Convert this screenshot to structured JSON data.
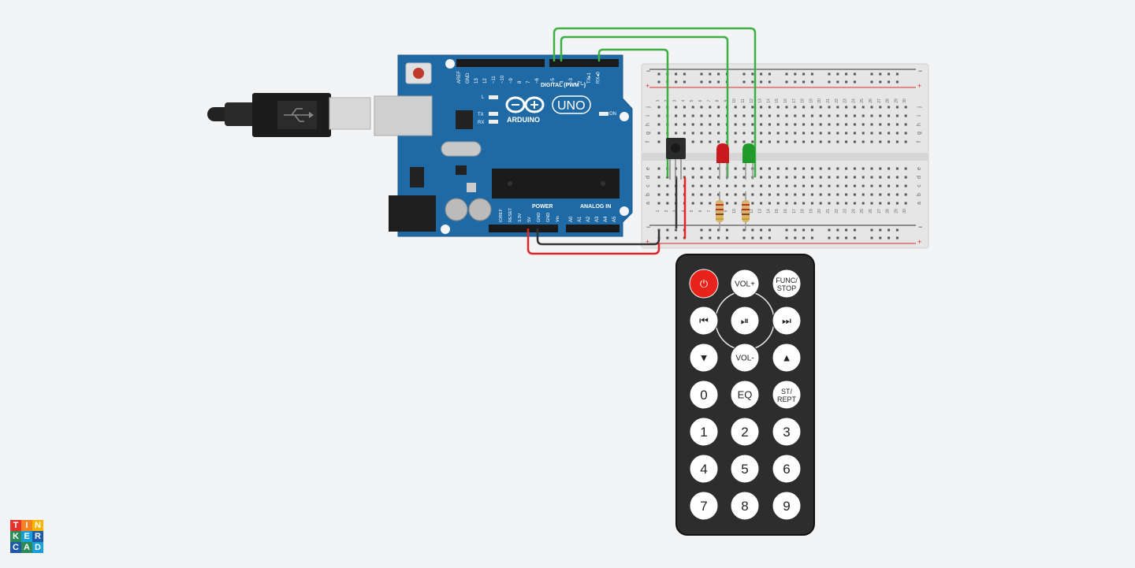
{
  "arduino": {
    "brand": "ARDUINO",
    "model": "UNO",
    "digital_label": "DIGITAL (PWM ~)",
    "power_label": "POWER",
    "analog_label": "ANALOG IN",
    "on_label": "ON",
    "l_label": "L",
    "tx_label": "TX",
    "rx_label": "RX",
    "digital_pins": [
      "AREF",
      "GND",
      "13",
      "12",
      "~11",
      "~10",
      "~9",
      "8",
      "7",
      "~6",
      "~5",
      "4",
      "~3",
      "2",
      "TX▸1",
      "RX◂0"
    ],
    "power_pins": [
      "IOREF",
      "RESET",
      "3.3V",
      "5V",
      "GND",
      "GND",
      "Vin"
    ],
    "analog_pins": [
      "A0",
      "A1",
      "A2",
      "A3",
      "A4",
      "A5"
    ]
  },
  "breadboard": {
    "row_letters_top": [
      "j",
      "i",
      "h",
      "g",
      "f"
    ],
    "row_letters_bottom": [
      "e",
      "d",
      "c",
      "b",
      "a"
    ],
    "columns": [
      "1",
      "2",
      "3",
      "4",
      "5",
      "6",
      "7",
      "8",
      "9",
      "10",
      "11",
      "12",
      "13",
      "14",
      "15",
      "16",
      "17",
      "18",
      "19",
      "20",
      "21",
      "22",
      "23",
      "24",
      "25",
      "26",
      "27",
      "28",
      "29",
      "30"
    ],
    "rail_plus": "+",
    "rail_minus": "−"
  },
  "remote": {
    "buttons": [
      {
        "name": "power",
        "label": "⏻"
      },
      {
        "name": "vol-up",
        "label": "VOL+"
      },
      {
        "name": "func-stop",
        "label": "FUNC/",
        "label2": "STOP"
      },
      {
        "name": "prev",
        "label": "⏮"
      },
      {
        "name": "play-pause",
        "label": "⏯"
      },
      {
        "name": "next",
        "label": "⏭"
      },
      {
        "name": "down",
        "label": "▼"
      },
      {
        "name": "vol-down",
        "label": "VOL-"
      },
      {
        "name": "up",
        "label": "▲"
      },
      {
        "name": "digit-0",
        "label": "0"
      },
      {
        "name": "eq",
        "label": "EQ"
      },
      {
        "name": "st-rept",
        "label": "ST/",
        "label2": "REPT"
      },
      {
        "name": "digit-1",
        "label": "1"
      },
      {
        "name": "digit-2",
        "label": "2"
      },
      {
        "name": "digit-3",
        "label": "3"
      },
      {
        "name": "digit-4",
        "label": "4"
      },
      {
        "name": "digit-5",
        "label": "5"
      },
      {
        "name": "digit-6",
        "label": "6"
      },
      {
        "name": "digit-7",
        "label": "7"
      },
      {
        "name": "digit-8",
        "label": "8"
      },
      {
        "name": "digit-9",
        "label": "9"
      }
    ]
  },
  "logo": {
    "letters": [
      "T",
      "I",
      "N",
      "K",
      "E",
      "R",
      "C",
      "A",
      "D"
    ],
    "colors": [
      "#e5322d",
      "#f58220",
      "#f7b500",
      "#2e8b57",
      "#1aa0d8",
      "#1e5aa8",
      "#1e5aa8",
      "#2e8b57",
      "#1aa0d8"
    ]
  },
  "colors": {
    "board": "#1f6aa5",
    "wire_green": "#3cb043",
    "wire_red": "#e0262a",
    "wire_black": "#333333",
    "led_red": "#c8191e",
    "led_green": "#1f9a2b",
    "remote_body": "#2d2d2d",
    "remote_power": "#e8231c"
  }
}
